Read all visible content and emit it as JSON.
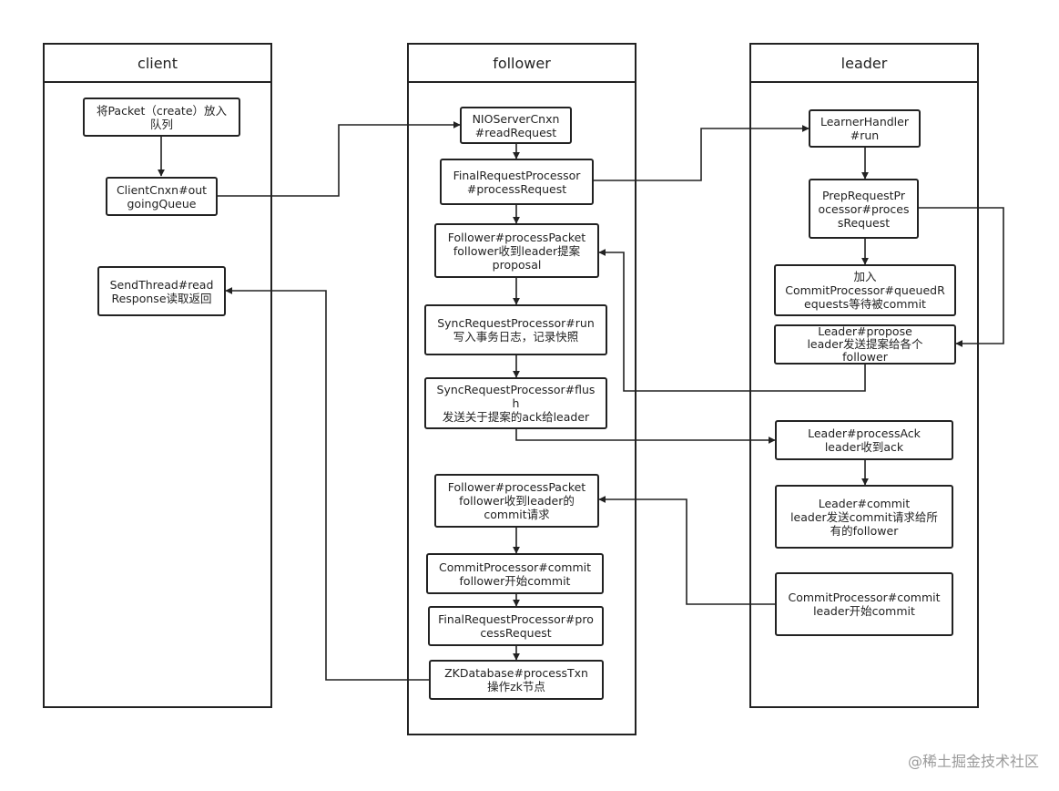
{
  "lanes": {
    "client": "client",
    "follower": "follower",
    "leader": "leader"
  },
  "nodes": {
    "put_packet": [
      "将Packet（create）放入",
      "队列"
    ],
    "outgoing_queue": [
      "ClientCnxn#out",
      "goingQueue"
    ],
    "send_thread": [
      "SendThread#read",
      "Response读取返回"
    ],
    "nio_read": [
      "NIOServerCnxn",
      "#readRequest"
    ],
    "final_proc_1": [
      "FinalRequestProcessor",
      "#processRequest"
    ],
    "follower_packet_1": [
      "Follower#processPacket",
      "follower收到leader提案",
      "proposal"
    ],
    "sync_run": [
      "SyncRequestProcessor#run",
      "写入事务日志，记录快照"
    ],
    "sync_flush": [
      "SyncRequestProcessor#flus",
      "h",
      "发送关于提案的ack给leader"
    ],
    "follower_packet_2": [
      "Follower#processPacket",
      "follower收到leader的",
      "commit请求"
    ],
    "commit_proc_f": [
      "CommitProcessor#commit",
      "follower开始commit"
    ],
    "final_proc_2": [
      "FinalRequestProcessor#pro",
      "cessRequest"
    ],
    "zk_db": [
      "ZKDatabase#processTxn",
      "操作zk节点"
    ],
    "learner_handler": [
      "LearnerHandler",
      "#run"
    ],
    "prep_proc": [
      "PrepRequestPr",
      "ocessor#proces",
      "sRequest"
    ],
    "queued_requests": [
      "加入",
      "CommitProcessor#queuedR",
      "equests等待被commit"
    ],
    "leader_propose": [
      "Leader#propose",
      "leader发送提案给各个",
      "follower"
    ],
    "leader_ack": [
      "Leader#processAck",
      "leader收到ack"
    ],
    "leader_commit": [
      "Leader#commit",
      "leader发送commit请求给所",
      "有的follower"
    ],
    "commit_proc_l": [
      "CommitProcessor#commit",
      "leader开始commit"
    ]
  },
  "watermark": "@稀土掘金技术社区"
}
